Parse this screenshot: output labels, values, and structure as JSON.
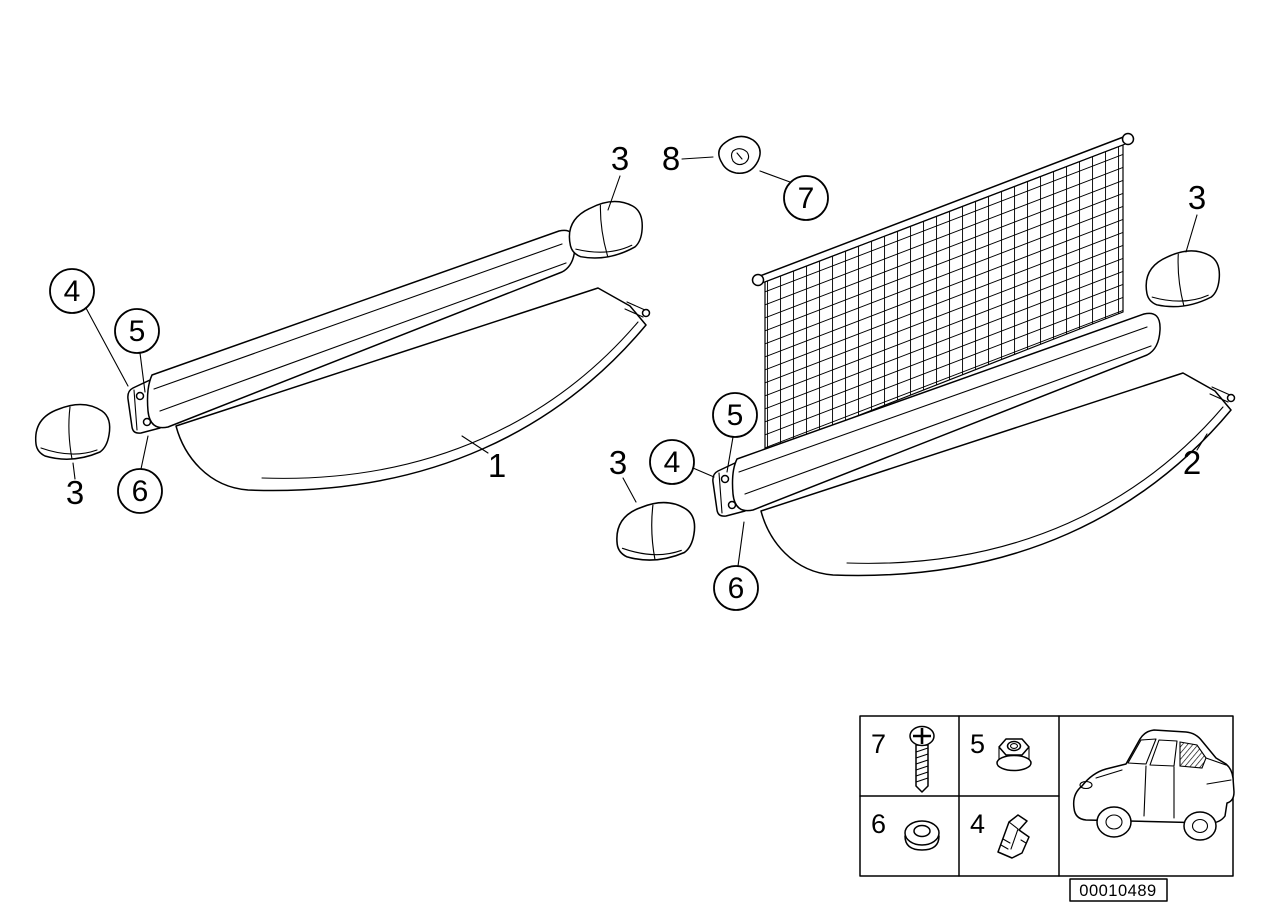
{
  "colors": {
    "background": "#ffffff",
    "line": "#000000"
  },
  "diagram": {
    "callouts": [
      {
        "label": "3",
        "style": "plain"
      },
      {
        "label": "8",
        "style": "plain"
      },
      {
        "label": "7",
        "style": "circled"
      },
      {
        "label": "3",
        "style": "plain"
      },
      {
        "label": "4",
        "style": "circled"
      },
      {
        "label": "5",
        "style": "circled"
      },
      {
        "label": "3",
        "style": "plain"
      },
      {
        "label": "6",
        "style": "circled"
      },
      {
        "label": "1",
        "style": "plain"
      },
      {
        "label": "5",
        "style": "circled"
      },
      {
        "label": "4",
        "style": "circled"
      },
      {
        "label": "3",
        "style": "plain"
      },
      {
        "label": "6",
        "style": "circled"
      },
      {
        "label": "2",
        "style": "plain"
      }
    ]
  },
  "legend": {
    "cells": [
      {
        "label": "7",
        "icon": "screw-icon"
      },
      {
        "label": "5",
        "icon": "flange-nut-icon"
      },
      {
        "label": "6",
        "icon": "washer-icon"
      },
      {
        "label": "4",
        "icon": "clip-icon"
      }
    ],
    "part_number": "00010489"
  }
}
